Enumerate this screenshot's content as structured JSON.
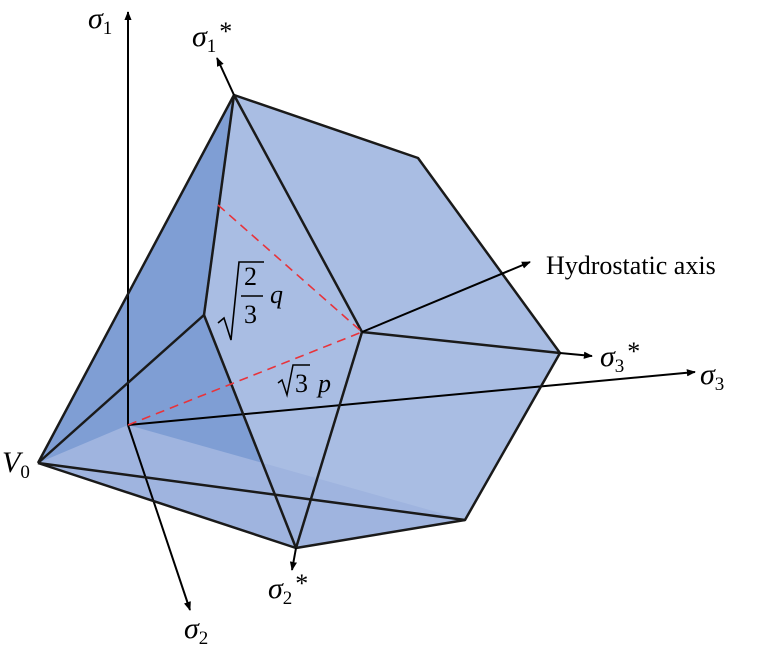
{
  "colors": {
    "face_light": "#a9bde3",
    "face_mid": "#9fb4df",
    "face_dark": "#7f9ed4",
    "edge": "#1a1a1a",
    "dashed": "#e8333a",
    "text": "#000000"
  },
  "labels": {
    "sigma1": {
      "symbol": "σ",
      "sub": "1"
    },
    "sigma1_star": {
      "symbol": "σ",
      "sub": "1",
      "star": "*"
    },
    "sigma2": {
      "symbol": "σ",
      "sub": "2"
    },
    "sigma2_star": {
      "symbol": "σ",
      "sub": "2",
      "star": "*"
    },
    "sigma3": {
      "symbol": "σ",
      "sub": "3"
    },
    "sigma3_star": {
      "symbol": "σ",
      "sub": "3",
      "star": "*"
    },
    "v0": {
      "symbol": "V",
      "sub": "0"
    },
    "hydrostatic": "Hydrostatic axis",
    "q_term": {
      "num": "2",
      "den": "3",
      "var": "q"
    },
    "p_term": {
      "radicand": "3",
      "var": "p"
    }
  }
}
